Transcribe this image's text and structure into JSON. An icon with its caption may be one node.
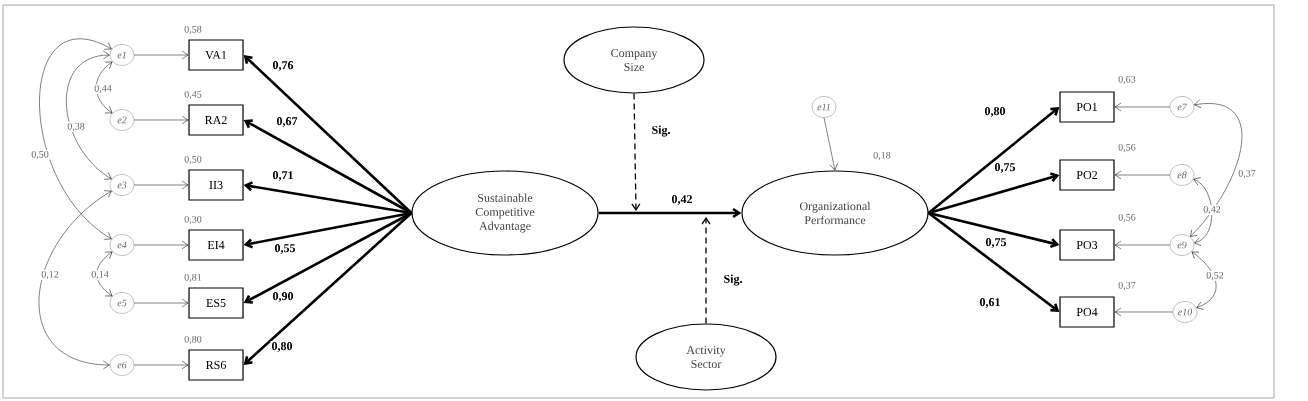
{
  "diagram": {
    "nodes": [
      {
        "text": [
          "e1"
        ]
      },
      {
        "text": [
          "e2"
        ]
      },
      {
        "text": [
          "e3"
        ]
      },
      {
        "text": [
          "e4"
        ]
      },
      {
        "text": [
          "e5"
        ]
      },
      {
        "text": [
          "e6"
        ]
      },
      {
        "text": [
          "VA1"
        ],
        "beside": [
          "0,58"
        ]
      },
      {
        "text": [
          "RA2"
        ],
        "beside": [
          "0,45"
        ]
      },
      {
        "text": [
          "II3"
        ],
        "beside": [
          "0,50"
        ]
      },
      {
        "text": [
          "EI4"
        ],
        "beside": [
          "0,30"
        ]
      },
      {
        "text": [
          "ES5"
        ],
        "beside": [
          "0,81"
        ]
      },
      {
        "text": [
          "RS6"
        ],
        "beside": [
          "0,80"
        ]
      },
      {
        "text": [
          "Sustainable Competitive Advantage"
        ]
      },
      {
        "text": [
          "Company Size"
        ]
      },
      {
        "text": [
          "Activity Sector"
        ]
      },
      {
        "text": [
          "Organizational Performance"
        ],
        "beside": [
          "0,18"
        ]
      },
      {
        "text": [
          "e11"
        ]
      },
      {
        "text": [
          "PO1"
        ],
        "beside": [
          "0,63"
        ]
      },
      {
        "text": [
          "PO2"
        ],
        "beside": [
          "0,56"
        ]
      },
      {
        "text": [
          "PO3"
        ],
        "beside": [
          "0,56"
        ]
      },
      {
        "text": [
          "PO4"
        ],
        "beside": [
          "0,37"
        ]
      },
      {
        "text": [
          "e7"
        ]
      },
      {
        "text": [
          "e8"
        ]
      },
      {
        "text": [
          "e9"
        ]
      },
      {
        "text": [
          "e10"
        ]
      }
    ],
    "edges": [
      {
        "from": 0,
        "to": 6,
        "arrow": "to"
      },
      {
        "from": 1,
        "to": 7,
        "arrow": "to"
      },
      {
        "from": 2,
        "to": 8,
        "arrow": "to"
      },
      {
        "from": 3,
        "to": 9,
        "arrow": "to"
      },
      {
        "from": 4,
        "to": 10,
        "arrow": "to"
      },
      {
        "from": 5,
        "to": 11,
        "arrow": "to"
      },
      {
        "from": 12,
        "to": 6,
        "arrow": "to",
        "label": "0,76",
        "style": "thick"
      },
      {
        "from": 12,
        "to": 7,
        "arrow": "to",
        "label": "0,67",
        "style": "thick"
      },
      {
        "from": 12,
        "to": 8,
        "arrow": "to",
        "label": "0,71",
        "style": "thick"
      },
      {
        "from": 12,
        "to": 9,
        "arrow": "to",
        "label": "0,55",
        "style": "thick"
      },
      {
        "from": 12,
        "to": 10,
        "arrow": "to",
        "label": "0,90",
        "style": "thick"
      },
      {
        "from": 12,
        "to": 11,
        "arrow": "to",
        "label": "0,80",
        "style": "thick"
      },
      {
        "from": 12,
        "to": 15,
        "arrow": "to",
        "label": "0,42",
        "style": "thick"
      },
      {
        "from": 13,
        "to": null,
        "arrow": "to",
        "label": "Sig.",
        "style": "dashed"
      },
      {
        "from": 14,
        "to": null,
        "arrow": "to",
        "label": "Sig.",
        "style": "dashed"
      },
      {
        "from": 16,
        "to": 15,
        "arrow": "to"
      },
      {
        "from": 15,
        "to": 17,
        "arrow": "to",
        "label": "0,80",
        "style": "thick"
      },
      {
        "from": 15,
        "to": 18,
        "arrow": "to",
        "label": "0,75",
        "style": "thick"
      },
      {
        "from": 15,
        "to": 19,
        "arrow": "to",
        "label": "0,75",
        "style": "thick"
      },
      {
        "from": 15,
        "to": 20,
        "arrow": "to",
        "label": "0,61",
        "style": "thick"
      },
      {
        "from": 21,
        "to": 17,
        "arrow": "to"
      },
      {
        "from": 22,
        "to": 18,
        "arrow": "to"
      },
      {
        "from": 23,
        "to": 19,
        "arrow": "to"
      },
      {
        "from": 24,
        "to": 20,
        "arrow": "to"
      },
      {
        "from": 0,
        "to": 1,
        "arrow": "both",
        "label": "0,44"
      },
      {
        "from": 0,
        "to": 2,
        "arrow": "both",
        "label": "0,38"
      },
      {
        "from": 0,
        "to": 3,
        "arrow": "both",
        "label": "0,50"
      },
      {
        "from": 2,
        "to": 5,
        "arrow": "both",
        "label": "0,12"
      },
      {
        "from": 3,
        "to": 4,
        "arrow": "both",
        "label": "0,14"
      },
      {
        "from": 21,
        "to": 23,
        "arrow": "both",
        "label": "0,37"
      },
      {
        "from": 22,
        "to": 23,
        "arrow": "both",
        "label": "0,42"
      },
      {
        "from": 23,
        "to": 24,
        "arrow": "both",
        "label": "0,52"
      }
    ]
  }
}
